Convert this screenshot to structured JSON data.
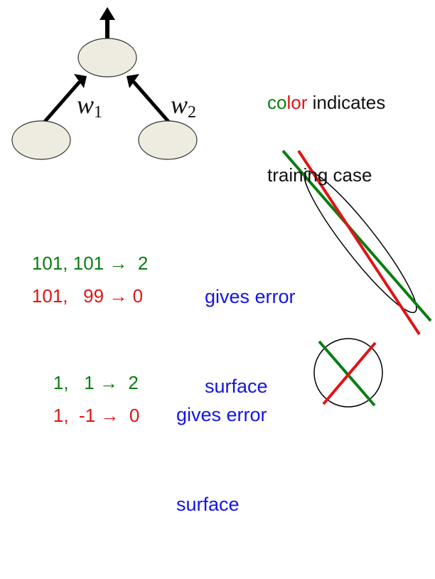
{
  "network": {
    "weight1": {
      "symbol": "w",
      "subscript": "1"
    },
    "weight2": {
      "symbol": "w",
      "subscript": "2"
    }
  },
  "legend": {
    "color_word_parts": [
      "co",
      "lor"
    ],
    "rest_line1": " indicates",
    "line2": "training case"
  },
  "cases_large": {
    "green": {
      "inputs": "101, 101",
      "arrow": "→",
      "target": "2"
    },
    "red": {
      "inputs": "101,   99",
      "arrow": "→",
      "target": "0"
    },
    "caption_line1": "gives error",
    "caption_line2": "surface"
  },
  "cases_small": {
    "green": {
      "inputs": "1,   1",
      "arrow": "→",
      "target": "2"
    },
    "red": {
      "inputs": "1,  -1",
      "arrow": "→",
      "target": "0"
    },
    "caption_line1": "gives error",
    "caption_line2": "surface"
  },
  "colors": {
    "green": "#0a7d12",
    "red": "#e01414",
    "blue": "#1414e6",
    "node_fill": "#eeebe0"
  }
}
